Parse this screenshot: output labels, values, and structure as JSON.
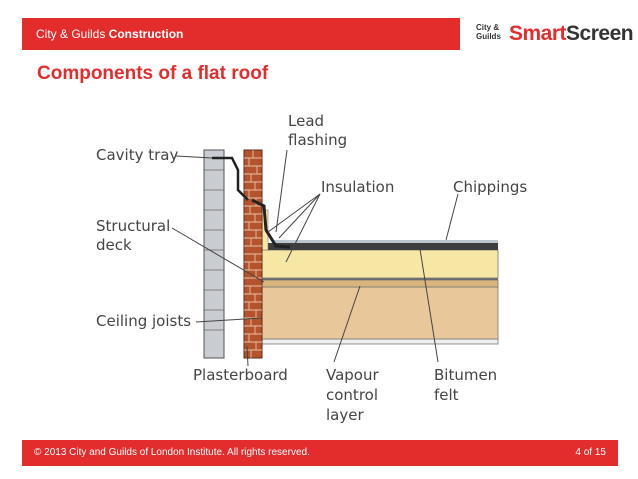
{
  "header": {
    "brand_plain": "City & Guilds ",
    "brand_bold": "Construction",
    "logo": {
      "cg_line1": "City &",
      "cg_line2": "Guilds",
      "smart": "Smart",
      "screen": "Screen"
    }
  },
  "slide": {
    "title": "Components of a flat roof"
  },
  "diagram": {
    "labels": {
      "cavity_tray": "Cavity tray",
      "lead_1": "Lead",
      "lead_2": "flashing",
      "insulation": "Insulation",
      "chippings": "Chippings",
      "structural_1": "Structural",
      "structural_2": "deck",
      "ceiling_joists": "Ceiling joists",
      "plasterboard": "Plasterboard",
      "vapour_1": "Vapour",
      "vapour_2": "control",
      "vapour_3": "layer",
      "bitumen_1": "Bitumen",
      "bitumen_2": "felt"
    }
  },
  "footer": {
    "copyright": "© 2013 City and Guilds of London Institute. All rights reserved.",
    "page": "4 of 15"
  },
  "colors": {
    "accent": "#e32d2d",
    "brick": "#b5532d",
    "insulation": "#f7e7a4",
    "joist": "#e8c89a",
    "block": "#c9ccd0"
  }
}
